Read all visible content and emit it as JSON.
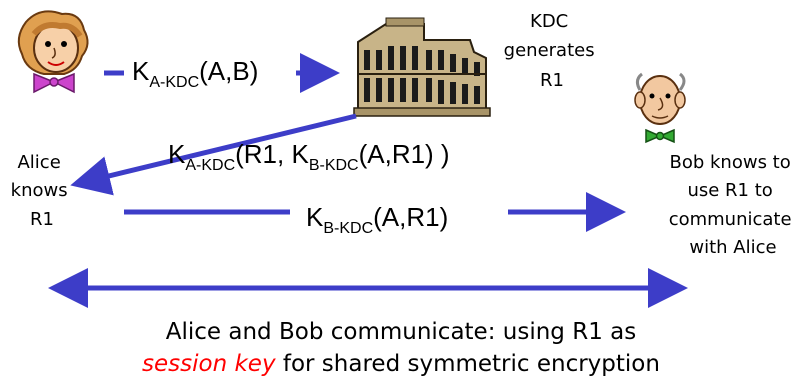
{
  "actors": {
    "alice": {
      "icon": "alice-face-icon",
      "label_lines": [
        "Alice",
        "knows",
        "R1"
      ]
    },
    "kdc": {
      "icon": "kdc-building-icon",
      "label_lines": [
        "KDC",
        "generates",
        "R1"
      ]
    },
    "bob": {
      "icon": "bob-face-icon",
      "label_lines": [
        "Bob knows to",
        "use  R1 to",
        "communicate",
        "with Alice"
      ]
    }
  },
  "messages": {
    "alice_to_kdc": {
      "k": "K",
      "sub": "A-KDC",
      "rest": "(A,B)"
    },
    "kdc_to_alice": {
      "k": "K",
      "sub": "A-KDC",
      "mid": "(R1, K",
      "sub2": "B-KDC",
      "rest": "(A,R1) )"
    },
    "alice_to_bob": {
      "k": "K",
      "sub": "B-KDC",
      "rest": "(A,R1)"
    }
  },
  "caption": {
    "line1": "Alice and Bob communicate: using R1 as",
    "emphasis": "session key",
    "line2_rest": " for shared symmetric encryption"
  },
  "colors": {
    "arrow": "#3d3dc8",
    "emphasis": "#ff0000"
  }
}
